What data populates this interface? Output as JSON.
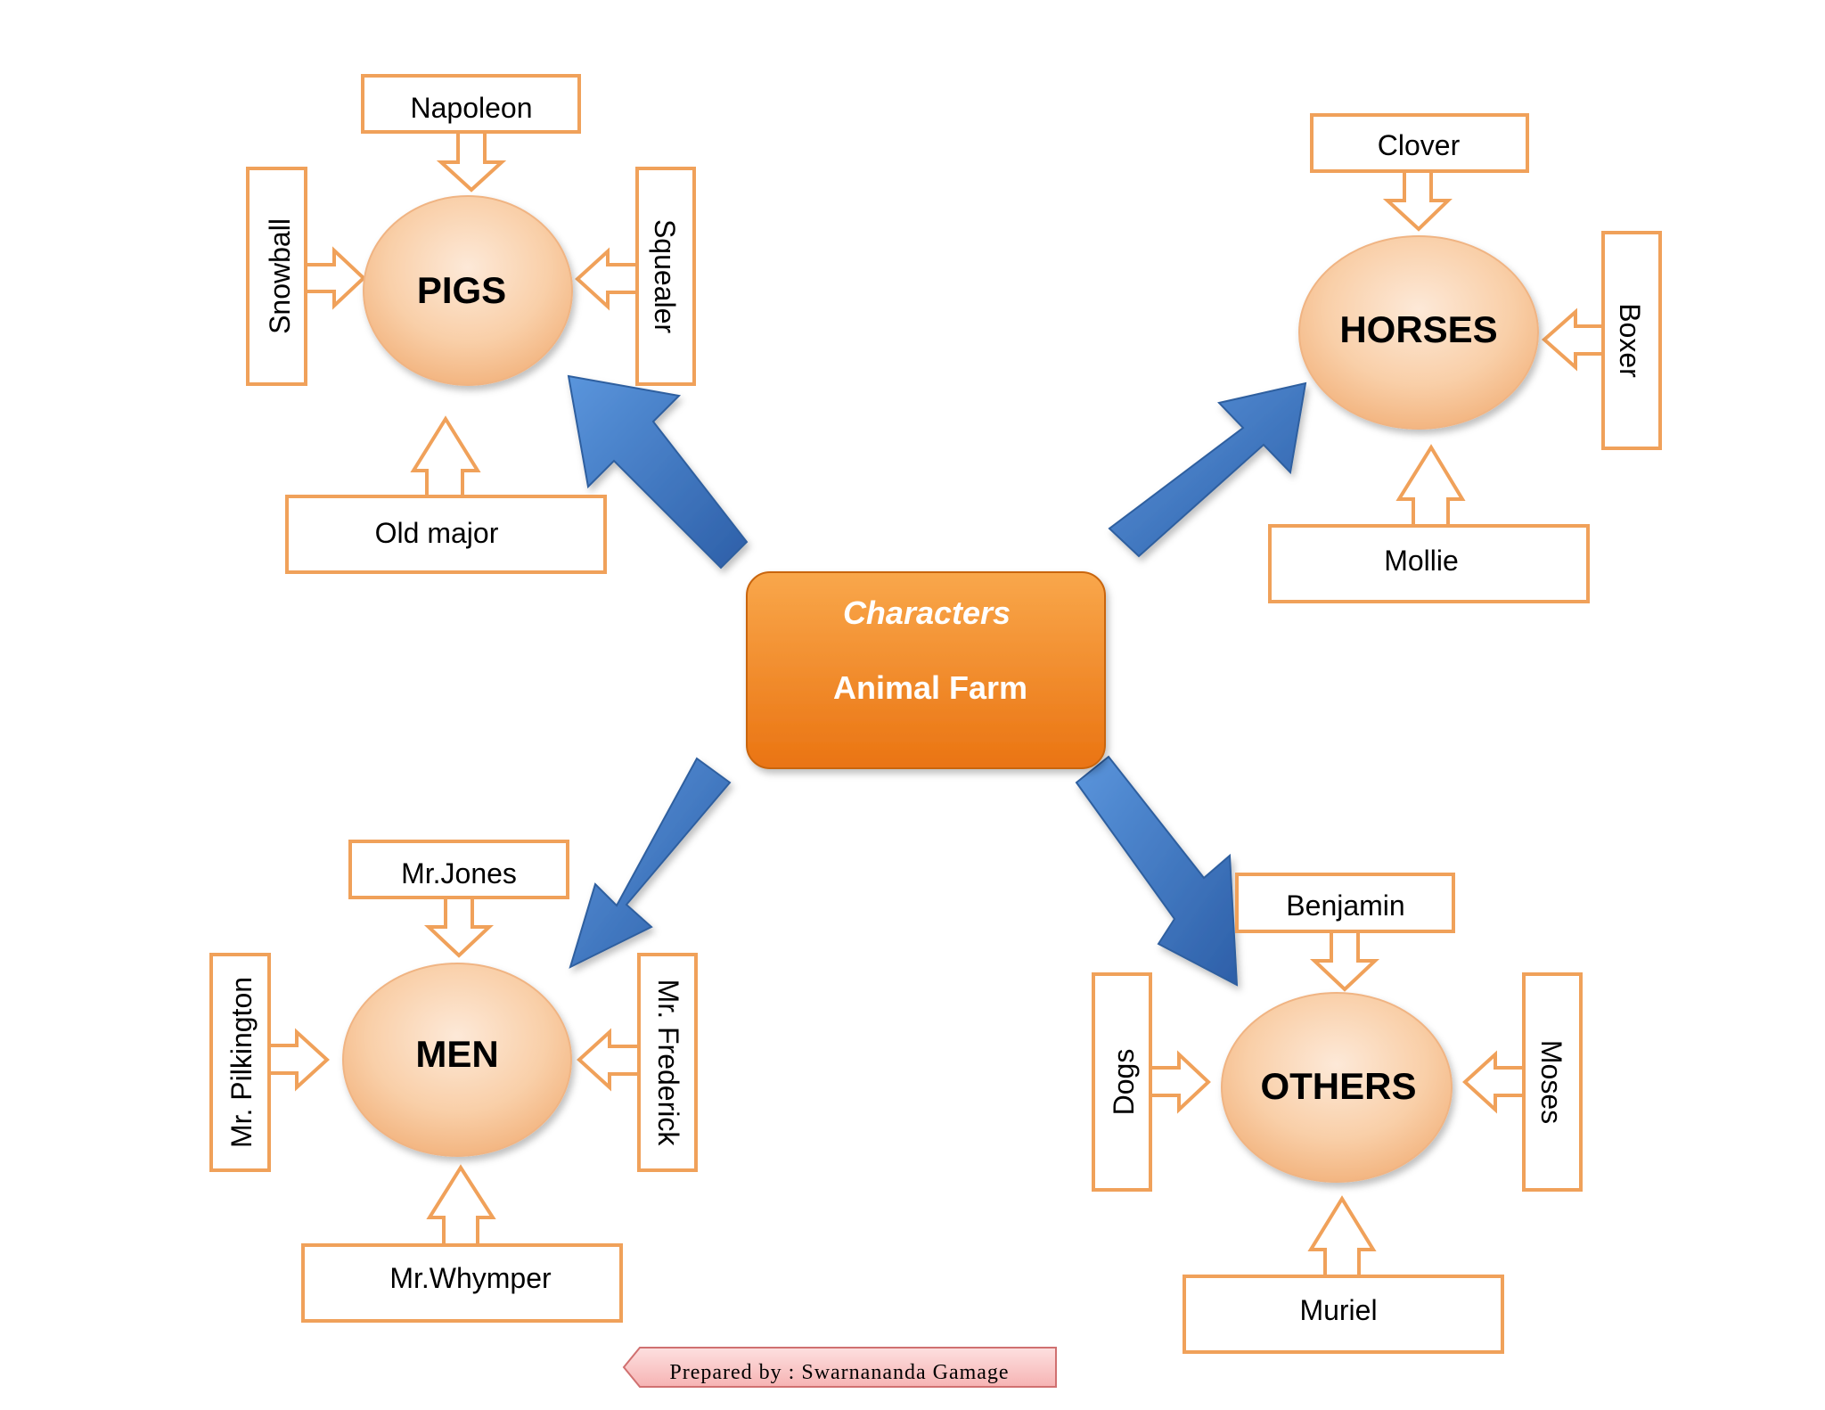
{
  "center": {
    "title": "Characters",
    "subtitle": "Animal Farm"
  },
  "groups": {
    "pigs": {
      "label": "PIGS",
      "top": "Napoleon",
      "left": "Snowball",
      "right": "Squealer",
      "bottom": "Old major"
    },
    "horses": {
      "label": "HORSES",
      "top": "Clover",
      "right": "Boxer",
      "bottom": "Mollie"
    },
    "men": {
      "label": "MEN",
      "top": "Mr.Jones",
      "left": "Mr. Pilkington",
      "right": "Mr. Frederick",
      "bottom": "Mr.Whymper"
    },
    "others": {
      "label": "OTHERS",
      "top": "Benjamin",
      "left": "Dogs",
      "right": "Moses",
      "bottom": "Muriel"
    }
  },
  "credit": "Prepared by : Swarnananda Gamage",
  "colors": {
    "box_border": "#f0a15a",
    "ellipse_fill": "#f8c9a0",
    "center_fill": "#f07f1a",
    "arrow_blue": "#3a74c4"
  }
}
